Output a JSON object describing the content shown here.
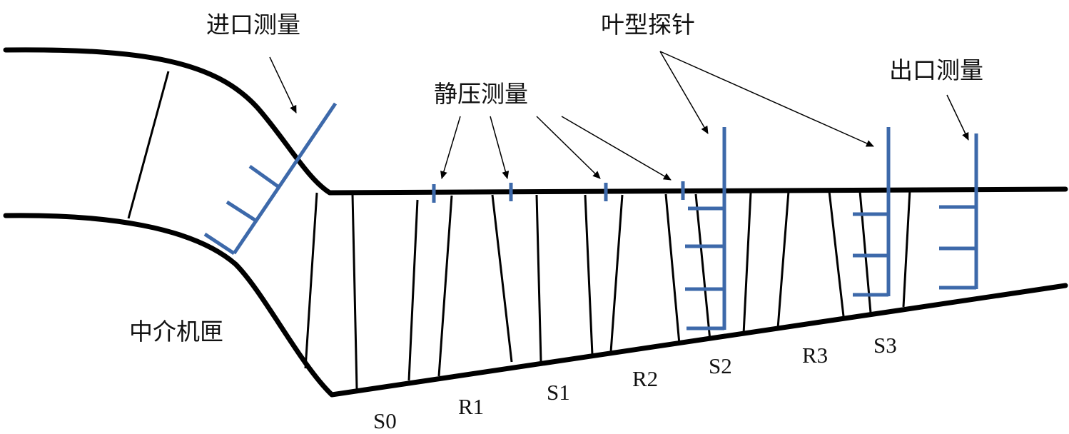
{
  "labels": {
    "inlet": "进口测量",
    "static": "静压测量",
    "probe": "叶型探针",
    "outlet": "出口测量",
    "casing": "中介机匣"
  },
  "stages": [
    "S0",
    "R1",
    "S1",
    "R2",
    "S2",
    "R3",
    "S3"
  ],
  "colors": {
    "wall": "#000000",
    "probe": "#3d69aa"
  }
}
